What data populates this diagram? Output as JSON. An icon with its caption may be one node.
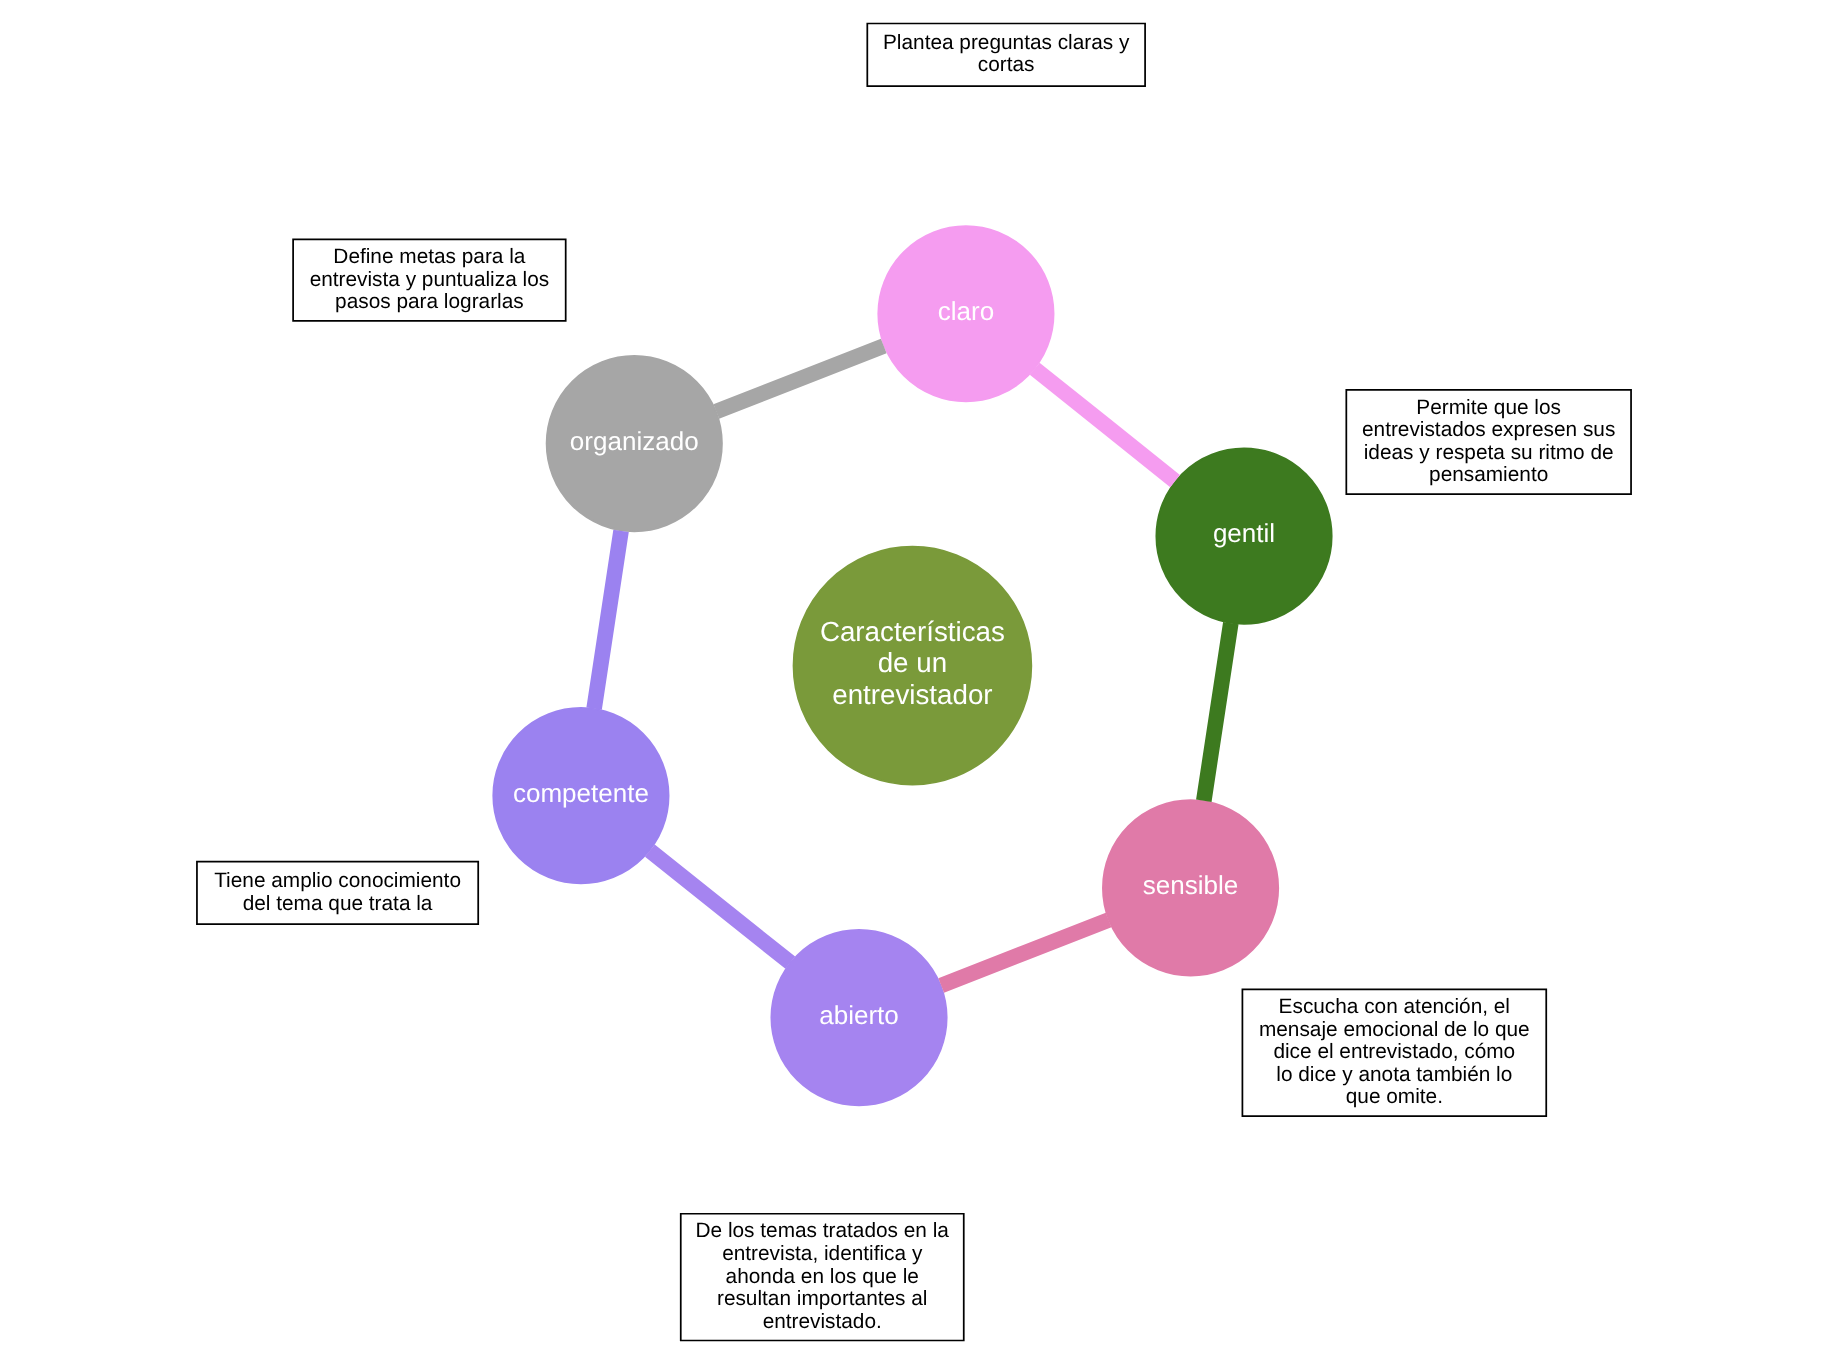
{
  "diagram": {
    "nodes": [
      {
        "text": [
          "Tiene amplio conocimiento del tema que trata la"
        ]
      },
      {
        "text": [
          "De los temas tratados en la entrevista, identifica y ahonda en los que le resultan importantes al entrevistado."
        ]
      },
      {
        "text": [
          "competente"
        ]
      },
      {
        "text": [
          "Define metas para la entrevista y puntualiza los pasos para lograrlas"
        ]
      },
      {
        "text": [
          "abierto"
        ]
      },
      {
        "text": [
          "organizado"
        ]
      },
      {
        "text": [
          "Características de un entrevistador"
        ]
      },
      {
        "text": [
          "Plantea preguntas claras y cortas"
        ]
      },
      {
        "text": [
          "claro"
        ]
      },
      {
        "text": [
          "sensible"
        ]
      },
      {
        "text": [
          "Escucha con atención, el mensaje emocional de lo que dice el entrevistado, cómo lo dice y anota también lo que omite."
        ]
      },
      {
        "text": [
          "gentil"
        ]
      },
      {
        "text": [
          "Permite que los entrevistados expresen sus ideas y respeta su ritmo de pensamiento"
        ]
      }
    ],
    "edges": [
      {
        "from": 2,
        "to": 5,
        "arrow": "none",
        "color": "#9b82f0"
      },
      {
        "from": 5,
        "to": 8,
        "arrow": "none",
        "color": "#a6a6a6"
      },
      {
        "from": 8,
        "to": 11,
        "arrow": "none",
        "color": "#f59cf0"
      },
      {
        "from": 11,
        "to": 9,
        "arrow": "none",
        "color": "#3d7a1f"
      },
      {
        "from": 9,
        "to": 4,
        "arrow": "none",
        "color": "#e07aa8"
      },
      {
        "from": 4,
        "to": 2,
        "arrow": "none",
        "color": "#a584f0"
      }
    ]
  }
}
